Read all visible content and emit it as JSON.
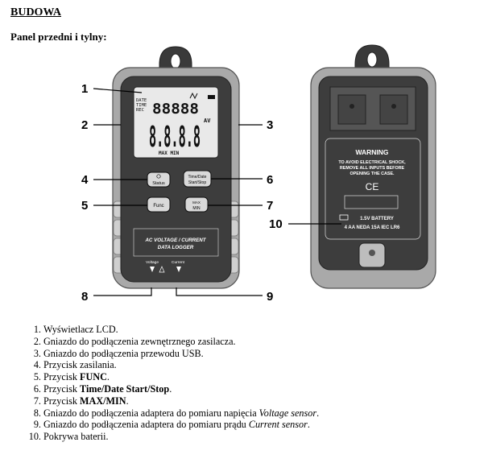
{
  "heading": "BUDOWA",
  "subheading": "Panel przedni i tylny:",
  "figure": {
    "callouts": [
      "1",
      "2",
      "3",
      "4",
      "5",
      "6",
      "7",
      "8",
      "9",
      "10"
    ],
    "front": {
      "lcd_labels": {
        "date": "DATE",
        "time": "TIME",
        "rec": "REC",
        "av": "AV",
        "maxmin": "MAX  MIN"
      },
      "lcd_top_digits": "88888",
      "lcd_main_digits": "8.8.8.8",
      "button_status": "Status",
      "button_timedate": "Time/Date",
      "button_startstop": "Start/Stop",
      "button_func": "Func",
      "button_max": "MAX",
      "button_min": "MIN",
      "label_line1": "AC VOLTAGE / CURRENT",
      "label_line2": "DATA LOGGER",
      "voltage": "Voltage",
      "current": "Current"
    },
    "back": {
      "warning_title": "WARNING",
      "warning_line1": "TO AVOID ELECTRICAL SHOCK,",
      "warning_line2": "REMOVE ALL INPUTS BEFORE",
      "warning_line3": "OPENING THE CASE.",
      "ce": "CE",
      "battery_line1": "1.5V BATTERY",
      "battery_line2": "4 AA NEDA 15A IEC LR6"
    }
  },
  "parts": [
    [
      {
        "t": "Wyświetlacz LCD.",
        "s": "n"
      }
    ],
    [
      {
        "t": "Gniazdo do podłączenia zewnętrznego zasilacza.",
        "s": "n"
      }
    ],
    [
      {
        "t": "Gniazdo do podłączenia przewodu USB.",
        "s": "n"
      }
    ],
    [
      {
        "t": "Przycisk zasilania.",
        "s": "n"
      }
    ],
    [
      {
        "t": "Przycisk ",
        "s": "n"
      },
      {
        "t": "FUNC",
        "s": "b"
      },
      {
        "t": ".",
        "s": "n"
      }
    ],
    [
      {
        "t": "Przycisk ",
        "s": "n"
      },
      {
        "t": "Time/Date  Start/Stop",
        "s": "b"
      },
      {
        "t": ".",
        "s": "n"
      }
    ],
    [
      {
        "t": "Przycisk ",
        "s": "n"
      },
      {
        "t": "MAX/MIN",
        "s": "b"
      },
      {
        "t": ".",
        "s": "n"
      }
    ],
    [
      {
        "t": "Gniazdo do podłączenia adaptera do pomiaru napięcia ",
        "s": "n"
      },
      {
        "t": "Voltage sensor",
        "s": "i"
      },
      {
        "t": ".",
        "s": "n"
      }
    ],
    [
      {
        "t": "Gniazdo do podłączenia adaptera do pomiaru prądu ",
        "s": "n"
      },
      {
        "t": "Current sensor",
        "s": "i"
      },
      {
        "t": ".",
        "s": "n"
      }
    ],
    [
      {
        "t": "Pokrywa baterii.",
        "s": "n"
      }
    ]
  ]
}
